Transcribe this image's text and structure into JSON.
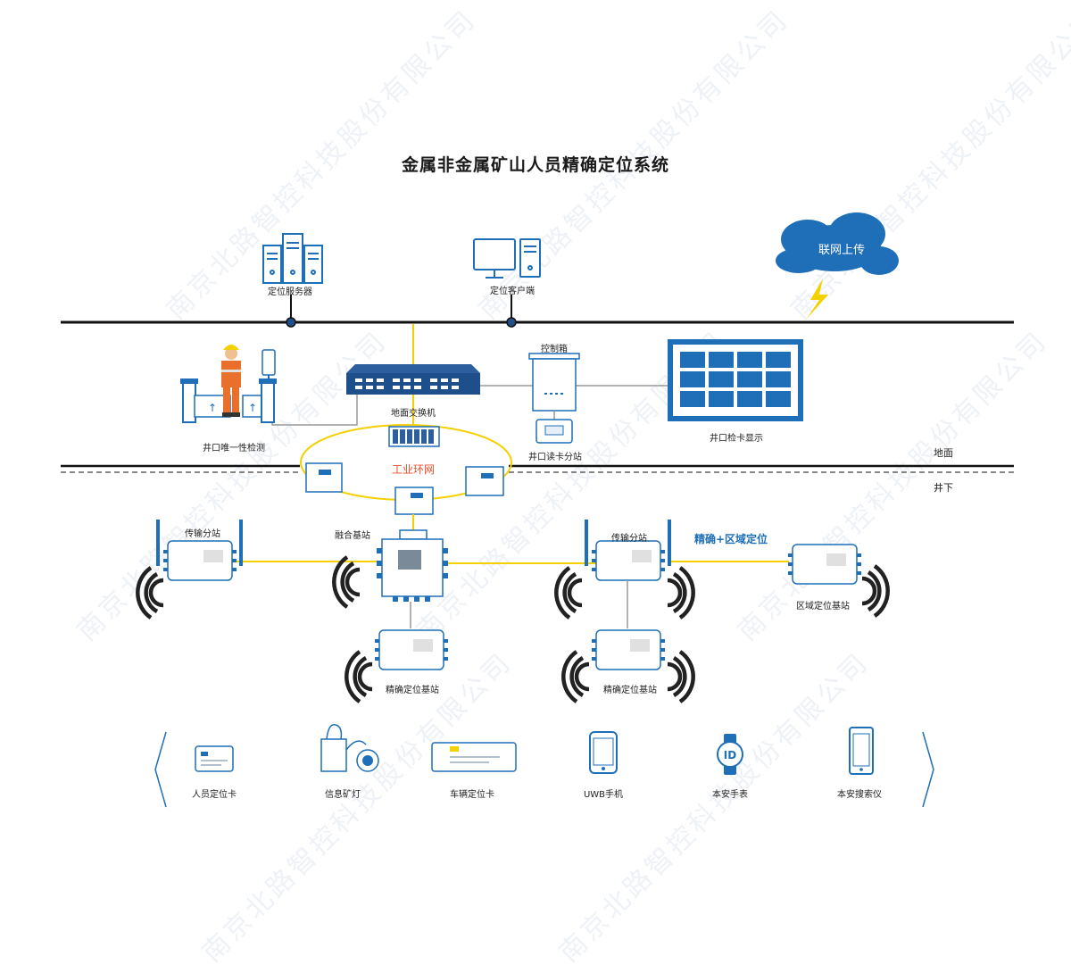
{
  "title": "金属非金属矿山人员精确定位系统",
  "watermark": "南京北路智控科技股份有限公司",
  "colors": {
    "accent_blue": "#1f6fb8",
    "ring_yellow": "#f5d000",
    "ring_label": "#e8502a",
    "line": "#111111"
  },
  "network": {
    "server": "定位服务器",
    "client": "定位客户端",
    "cloud": "联网上传"
  },
  "surface": {
    "gate": "井口唯一性检测",
    "switch": "地面交换机",
    "cabinet": "控制箱",
    "card_reader": "井口读卡分站",
    "display": "井口检卡显示",
    "ground": "地面",
    "underground": "井下"
  },
  "underground": {
    "ring": "工业环网",
    "fusion_station": "融合基站",
    "transmission_left": "传输分站",
    "transmission_right": "传输分站",
    "precise_area": "精确+区域定位",
    "area_station": "区域定位基站",
    "precise_left": "精确定位基站",
    "precise_right": "精确定位基站"
  },
  "devices": [
    {
      "label": "人员定位卡",
      "icon": "badge-card-icon"
    },
    {
      "label": "信息矿灯",
      "icon": "miner-lamp-icon"
    },
    {
      "label": "车辆定位卡",
      "icon": "vehicle-card-icon"
    },
    {
      "label": "UWB手机",
      "icon": "phone-icon"
    },
    {
      "label": "本安手表",
      "icon": "watch-icon"
    },
    {
      "label": "本安搜索仪",
      "icon": "search-device-icon"
    }
  ]
}
